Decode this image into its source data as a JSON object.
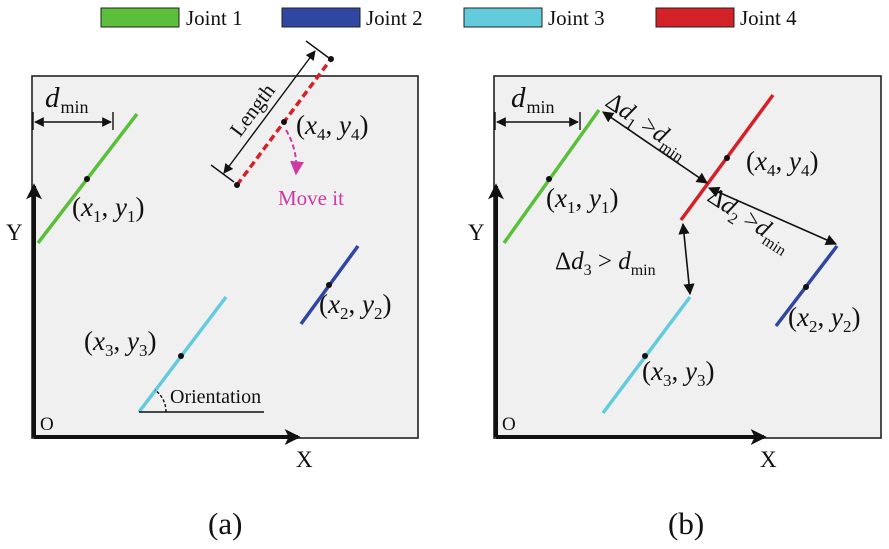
{
  "colors": {
    "joint1": "#5cbf3c",
    "joint2": "#2f47a0",
    "joint3": "#63ccdc",
    "joint4": "#d42027",
    "move_arrow": "#cc3aa4",
    "panel_bg": "#f0f0f0"
  },
  "legend": {
    "items": [
      {
        "label": "Joint 1",
        "color": "#5cbf3c"
      },
      {
        "label": "Joint 2",
        "color": "#2f47a0"
      },
      {
        "label": "Joint 3",
        "color": "#63ccdc"
      },
      {
        "label": "Joint 4",
        "color": "#d42027"
      }
    ]
  },
  "panel_a": {
    "caption": "(a)",
    "origin_label": "O",
    "x_axis_label": "X",
    "y_axis_label": "Y",
    "dmin": {
      "d": "d",
      "sub": "min"
    },
    "length_label": "Length",
    "move_label": "Move it",
    "orientation_label": "Orientation",
    "points": {
      "p1": {
        "x": "x",
        "xs": "1",
        "y": "y",
        "ys": "1"
      },
      "p2": {
        "x": "x",
        "xs": "2",
        "y": "y",
        "ys": "2"
      },
      "p3": {
        "x": "x",
        "xs": "3",
        "y": "y",
        "ys": "3"
      },
      "p4": {
        "x": "x",
        "xs": "4",
        "y": "y",
        "ys": "4"
      }
    }
  },
  "panel_b": {
    "caption": "(b)",
    "origin_label": "O",
    "x_axis_label": "X",
    "y_axis_label": "Y",
    "dmin": {
      "d": "d",
      "sub": "min"
    },
    "delta1": {
      "delta": "Δ",
      "d": "d",
      "sub": "1",
      "op": ">",
      "dmin": "d",
      "dmin_sub": "min"
    },
    "delta2": {
      "delta": "Δ",
      "d": "d",
      "sub": "2",
      "op": ">",
      "dmin": "d",
      "dmin_sub": "min"
    },
    "delta3": {
      "delta": "Δ",
      "d": "d",
      "sub": "3",
      "op": ">",
      "dmin": "d",
      "dmin_sub": "min"
    },
    "points": {
      "p1": {
        "x": "x",
        "xs": "1",
        "y": "y",
        "ys": "1"
      },
      "p2": {
        "x": "x",
        "xs": "2",
        "y": "y",
        "ys": "2"
      },
      "p3": {
        "x": "x",
        "xs": "3",
        "y": "y",
        "ys": "3"
      },
      "p4": {
        "x": "x",
        "xs": "4",
        "y": "y",
        "ys": "4"
      }
    }
  }
}
